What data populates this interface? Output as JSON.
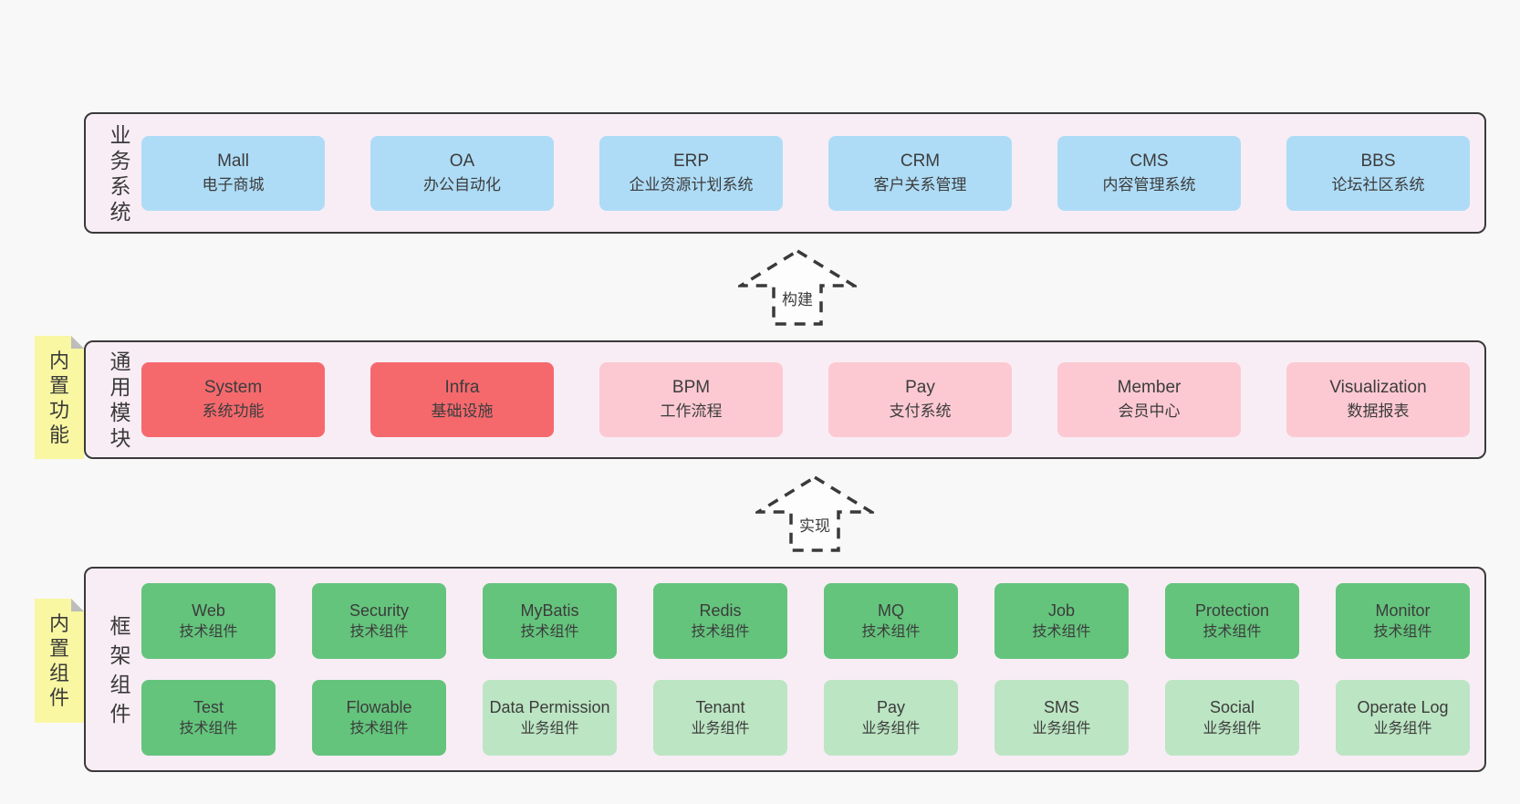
{
  "palette": {
    "page_bg": "#F8F8F8",
    "panel_bg": "#F8EDF5",
    "panel_border": "#3A3A3A",
    "blue": "#AEDCF6",
    "red": "#F5696D",
    "pink": "#FCC9D3",
    "green_dark": "#64C47C",
    "green_light": "#BCE5C3",
    "sticky_yellow": "#F9F7A1",
    "fold_gray": "#BDBDBD",
    "text": "#3C3C3C"
  },
  "arrows": {
    "build": {
      "label": "构建"
    },
    "implement": {
      "label": "实现"
    }
  },
  "sections": {
    "business": {
      "label": "业\n务\n系\n统",
      "boxes": [
        {
          "title": "Mall",
          "subtitle": "电子商城"
        },
        {
          "title": "OA",
          "subtitle": "办公自动化"
        },
        {
          "title": "ERP",
          "subtitle": "企业资源计划系统"
        },
        {
          "title": "CRM",
          "subtitle": "客户关系管理"
        },
        {
          "title": "CMS",
          "subtitle": "内容管理系统"
        },
        {
          "title": "BBS",
          "subtitle": "论坛社区系统"
        }
      ]
    },
    "modules": {
      "sticky": "内\n置\n功\n能",
      "label": "通\n用\n模\n块",
      "boxes": [
        {
          "title": "System",
          "subtitle": "系统功能",
          "variant": "red"
        },
        {
          "title": "Infra",
          "subtitle": "基础设施",
          "variant": "red"
        },
        {
          "title": "BPM",
          "subtitle": "工作流程",
          "variant": "pink"
        },
        {
          "title": "Pay",
          "subtitle": "支付系统",
          "variant": "pink"
        },
        {
          "title": "Member",
          "subtitle": "会员中心",
          "variant": "pink"
        },
        {
          "title": "Visualization",
          "subtitle": "数据报表",
          "variant": "pink"
        }
      ]
    },
    "components": {
      "sticky": "内\n置\n组\n件",
      "label": "框\n架\n组\n件",
      "row1": [
        {
          "title": "Web",
          "subtitle": "技术组件",
          "variant": "green-dark"
        },
        {
          "title": "Security",
          "subtitle": "技术组件",
          "variant": "green-dark"
        },
        {
          "title": "MyBatis",
          "subtitle": "技术组件",
          "variant": "green-dark"
        },
        {
          "title": "Redis",
          "subtitle": "技术组件",
          "variant": "green-dark"
        },
        {
          "title": "MQ",
          "subtitle": "技术组件",
          "variant": "green-dark"
        },
        {
          "title": "Job",
          "subtitle": "技术组件",
          "variant": "green-dark"
        },
        {
          "title": "Protection",
          "subtitle": "技术组件",
          "variant": "green-dark"
        },
        {
          "title": "Monitor",
          "subtitle": "技术组件",
          "variant": "green-dark"
        }
      ],
      "row2": [
        {
          "title": "Test",
          "subtitle": "技术组件",
          "variant": "green-dark"
        },
        {
          "title": "Flowable",
          "subtitle": "技术组件",
          "variant": "green-dark"
        },
        {
          "title": "Data Permission",
          "subtitle": "业务组件",
          "variant": "green-light"
        },
        {
          "title": "Tenant",
          "subtitle": "业务组件",
          "variant": "green-light"
        },
        {
          "title": "Pay",
          "subtitle": "业务组件",
          "variant": "green-light"
        },
        {
          "title": "SMS",
          "subtitle": "业务组件",
          "variant": "green-light"
        },
        {
          "title": "Social",
          "subtitle": "业务组件",
          "variant": "green-light"
        },
        {
          "title": "Operate Log",
          "subtitle": "业务组件",
          "variant": "green-light"
        }
      ]
    }
  }
}
